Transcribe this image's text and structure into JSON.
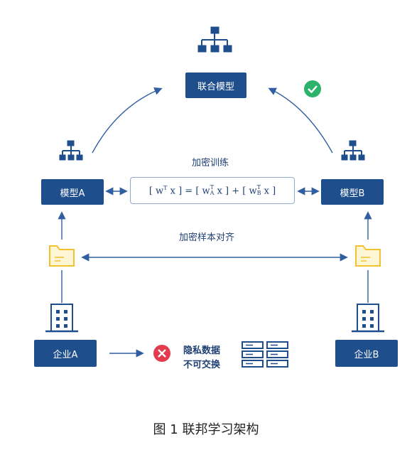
{
  "nodes": {
    "federated_model": "联合模型",
    "model_a": "模型A",
    "model_b": "模型B",
    "enterprise_a": "企业A",
    "enterprise_b": "企业B"
  },
  "labels": {
    "encrypted_training": "加密训练",
    "encrypted_alignment": "加密样本对齐",
    "privacy_line1": "隐私数据",
    "privacy_line2": "不可交换"
  },
  "formula": "[w^T x] = [w_A^T x] + [w_B^T x]",
  "caption": "图 1 联邦学习架构",
  "colors": {
    "primary": "#1f4e8c",
    "arrow": "#2f5fa0",
    "folder": "#f2c12e",
    "check": "#2db36b",
    "cross": "#e23b4e"
  }
}
